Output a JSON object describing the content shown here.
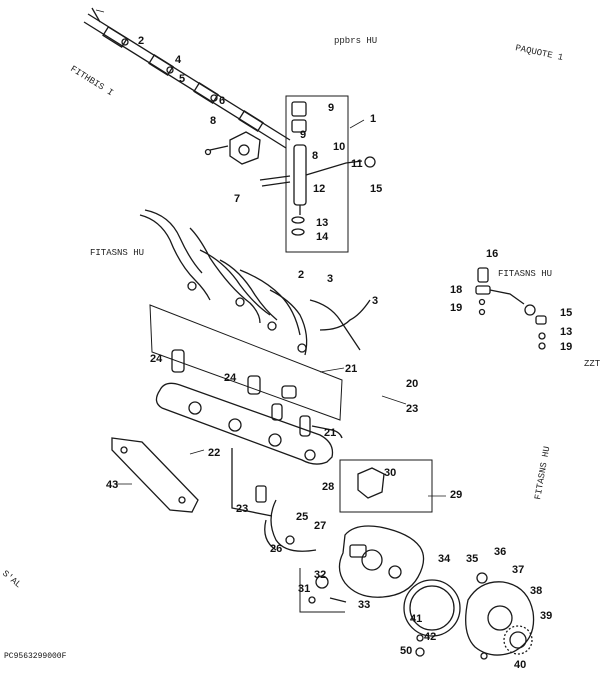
{
  "figure_code": "PC9563299000F",
  "side_notes": {
    "top_center": "ppbrs HU",
    "top_right": "PAQUOTE 1",
    "left_top": "FITHBIS I",
    "left_mid": "FITASNS HU",
    "right_mid": "FITASNS HU",
    "right_edge": "ZZT",
    "bottom_left": "S'AL",
    "right_small": "FITASNS HU"
  },
  "callouts": [
    {
      "id": "c2a",
      "text": "2"
    },
    {
      "id": "c4",
      "text": "4"
    },
    {
      "id": "c5",
      "text": "5"
    },
    {
      "id": "c6",
      "text": "6"
    },
    {
      "id": "c9",
      "text": "9"
    },
    {
      "id": "c8a",
      "text": "8"
    },
    {
      "id": "c7",
      "text": "7"
    },
    {
      "id": "c1",
      "text": "1"
    },
    {
      "id": "c9b",
      "text": "9"
    },
    {
      "id": "c8b",
      "text": "8"
    },
    {
      "id": "c10",
      "text": "10"
    },
    {
      "id": "c11",
      "text": "11"
    },
    {
      "id": "c12",
      "text": "12"
    },
    {
      "id": "c13a",
      "text": "13"
    },
    {
      "id": "c14a",
      "text": "14"
    },
    {
      "id": "c15a",
      "text": "15"
    },
    {
      "id": "c2b",
      "text": "2"
    },
    {
      "id": "c3a",
      "text": "3"
    },
    {
      "id": "c3b",
      "text": "3"
    },
    {
      "id": "c24a",
      "text": "24"
    },
    {
      "id": "c24b",
      "text": "24"
    },
    {
      "id": "c20a",
      "text": "20"
    },
    {
      "id": "c21a",
      "text": "21"
    },
    {
      "id": "c22",
      "text": "22"
    },
    {
      "id": "c23a",
      "text": "23"
    },
    {
      "id": "c23b",
      "text": "23"
    },
    {
      "id": "c21b",
      "text": "21"
    },
    {
      "id": "c43",
      "text": "43"
    },
    {
      "id": "c16",
      "text": "16"
    },
    {
      "id": "c18",
      "text": "18"
    },
    {
      "id": "c19a",
      "text": "19"
    },
    {
      "id": "c15b",
      "text": "15"
    },
    {
      "id": "c13b",
      "text": "13"
    },
    {
      "id": "c19b",
      "text": "19"
    },
    {
      "id": "c30",
      "text": "30"
    },
    {
      "id": "c29",
      "text": "29"
    },
    {
      "id": "c28",
      "text": "28"
    },
    {
      "id": "c27",
      "text": "27"
    },
    {
      "id": "c26",
      "text": "26"
    },
    {
      "id": "c25",
      "text": "25"
    },
    {
      "id": "c31",
      "text": "31"
    },
    {
      "id": "c32",
      "text": "32"
    },
    {
      "id": "c33",
      "text": "33"
    },
    {
      "id": "c34",
      "text": "34"
    },
    {
      "id": "c35",
      "text": "35"
    },
    {
      "id": "c36",
      "text": "36"
    },
    {
      "id": "c37",
      "text": "37"
    },
    {
      "id": "c38",
      "text": "38"
    },
    {
      "id": "c39",
      "text": "39"
    },
    {
      "id": "c40",
      "text": "40"
    },
    {
      "id": "c41",
      "text": "41"
    },
    {
      "id": "c42",
      "text": "42"
    },
    {
      "id": "c50",
      "text": "50"
    }
  ]
}
